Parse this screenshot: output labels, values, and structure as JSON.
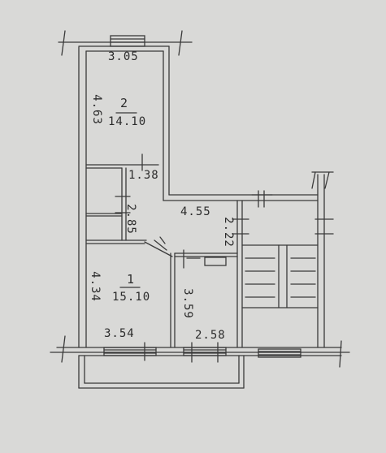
{
  "room2": {
    "number": "2",
    "area": "14.10"
  },
  "room1": {
    "number": "1",
    "area": "15.10"
  },
  "dims": {
    "top_width": "3.05",
    "room2_height": "4.63",
    "corridor_width": "1.38",
    "corridor_height": "2.85",
    "hall_width": "4.55",
    "hall_height": "2.22",
    "room1_height": "4.34",
    "room1_width": "3.54",
    "kitchen_height": "3.59",
    "kitchen_width": "2.58"
  },
  "colors": {
    "paper": "#d9d9d7",
    "ink": "#3a3a3a"
  }
}
